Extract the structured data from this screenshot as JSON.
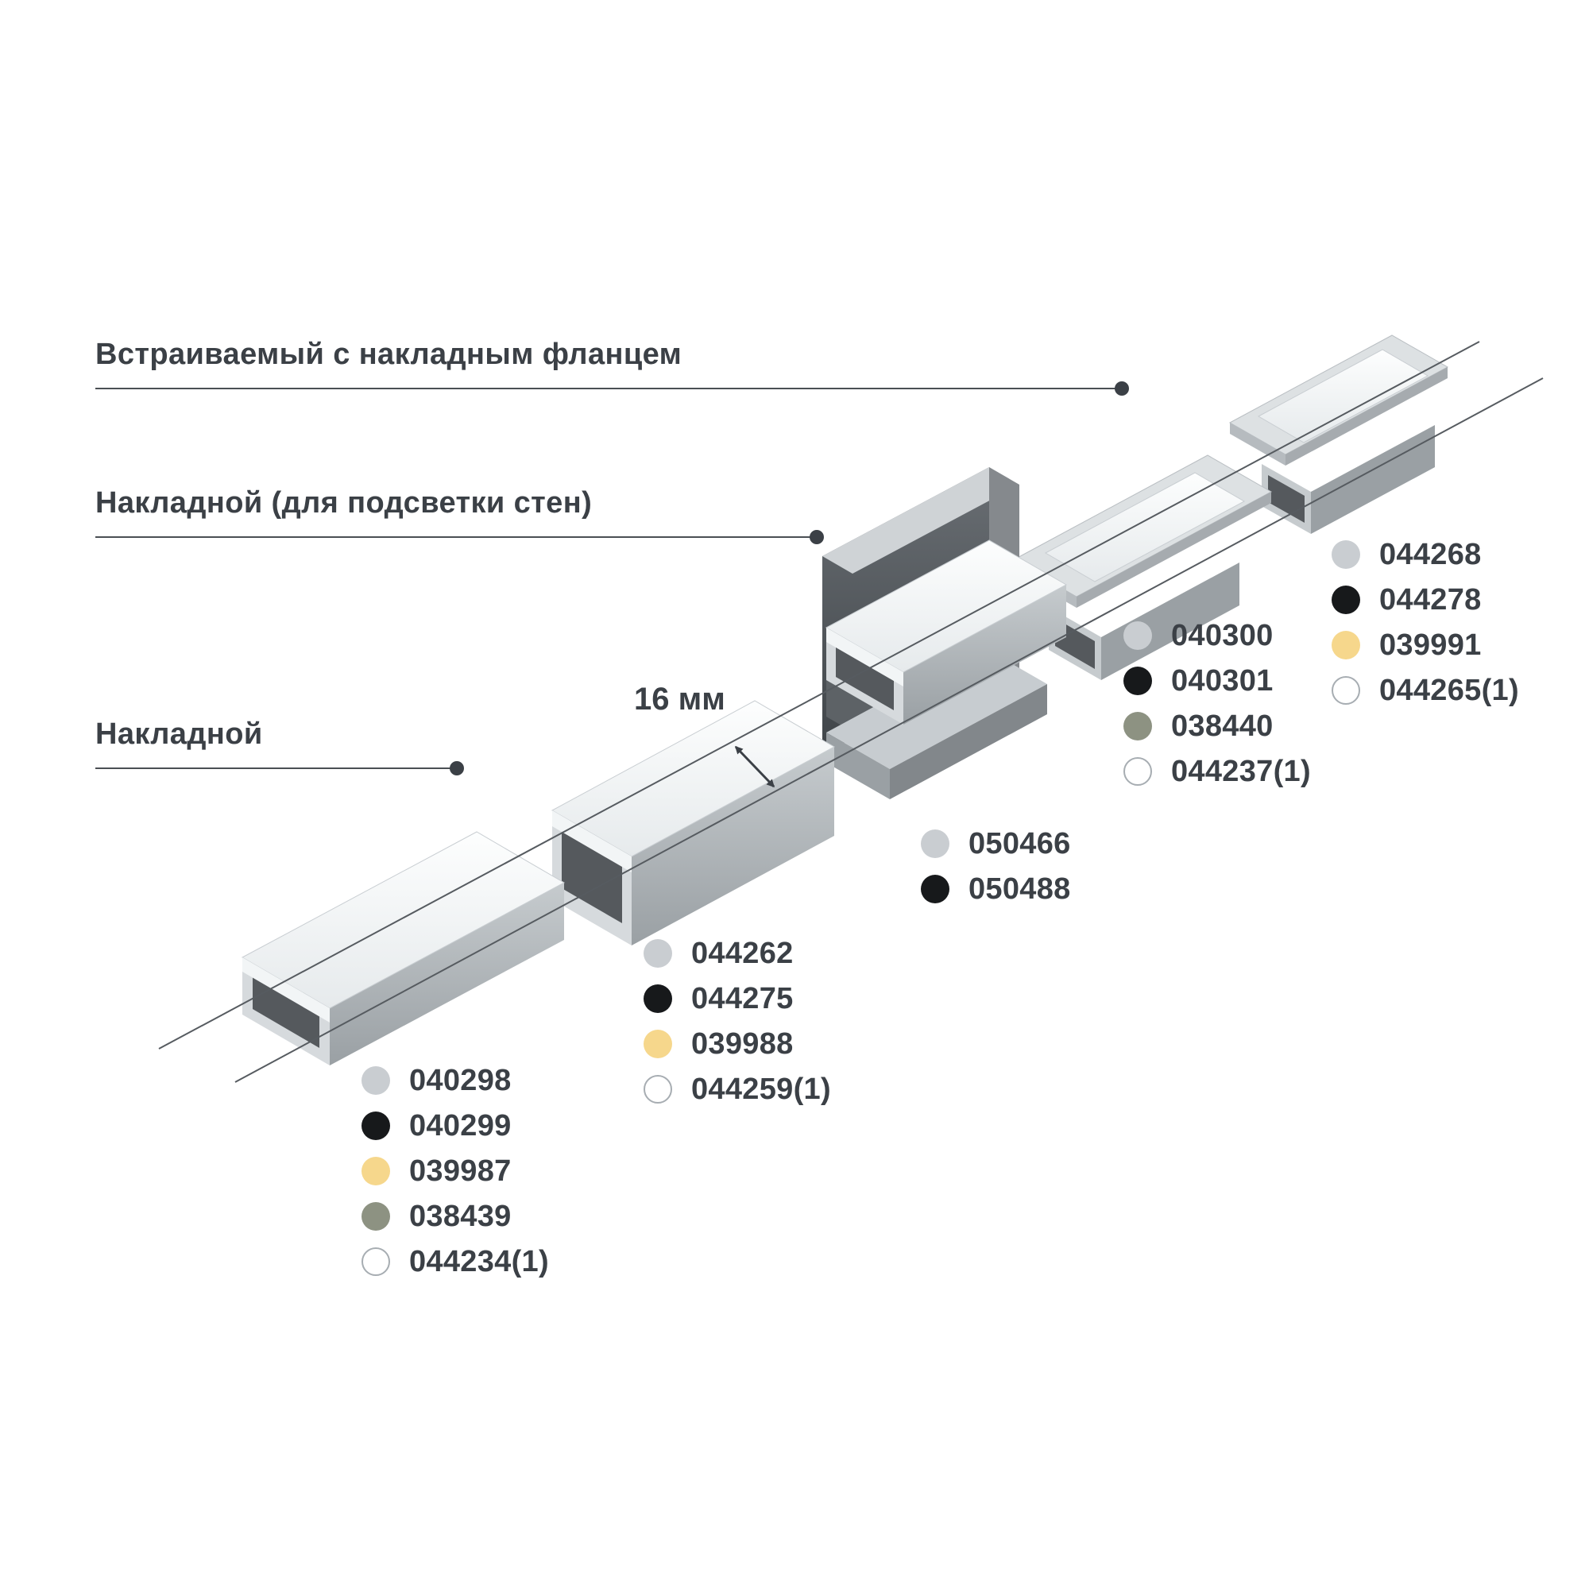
{
  "palette": {
    "text": "#3b4046",
    "leader_line": "#4a4f54",
    "axis_line": "#565b60",
    "gray": "#c9cdd1",
    "black": "#17191b",
    "amber": "#f6d78c",
    "olive": "#8d9282",
    "white": "#ffffff"
  },
  "labels": {
    "recessed_flange": "Встраиваемый с накладным фланцем",
    "surface_wall": "Накладной (для подсветки стен)",
    "surface": "Накладной"
  },
  "dimension": {
    "value": "16 мм"
  },
  "groups": [
    {
      "id": "surface-low",
      "items": [
        {
          "swatch": "gray",
          "code": "040298"
        },
        {
          "swatch": "black",
          "code": "040299"
        },
        {
          "swatch": "amber",
          "code": "039987"
        },
        {
          "swatch": "olive",
          "code": "038439"
        },
        {
          "swatch": "white",
          "code": "044234(1)"
        }
      ]
    },
    {
      "id": "surface-tall",
      "items": [
        {
          "swatch": "gray",
          "code": "044262"
        },
        {
          "swatch": "black",
          "code": "044275"
        },
        {
          "swatch": "amber",
          "code": "039988"
        },
        {
          "swatch": "white",
          "code": "044259(1)"
        }
      ]
    },
    {
      "id": "wall-mount",
      "items": [
        {
          "swatch": "gray",
          "code": "050466"
        },
        {
          "swatch": "black",
          "code": "050488"
        }
      ]
    },
    {
      "id": "recessed-1",
      "items": [
        {
          "swatch": "gray",
          "code": "040300"
        },
        {
          "swatch": "black",
          "code": "040301"
        },
        {
          "swatch": "olive",
          "code": "038440"
        },
        {
          "swatch": "white",
          "code": "044237(1)"
        }
      ]
    },
    {
      "id": "recessed-2",
      "items": [
        {
          "swatch": "gray",
          "code": "044268"
        },
        {
          "swatch": "black",
          "code": "044278"
        },
        {
          "swatch": "amber",
          "code": "039991"
        },
        {
          "swatch": "white",
          "code": "044265(1)"
        }
      ]
    }
  ]
}
